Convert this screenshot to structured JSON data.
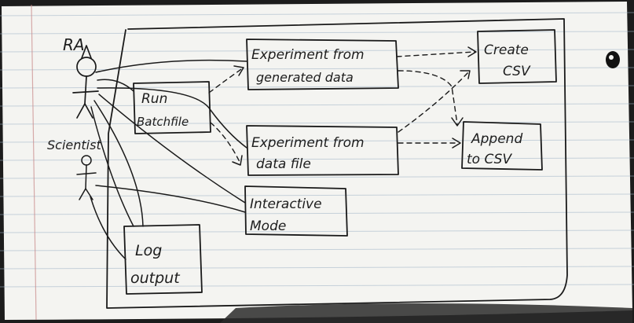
{
  "diagram": {
    "actors": {
      "ra": {
        "label": "RA"
      },
      "scientist": {
        "label": "Scientist"
      }
    },
    "boxes": {
      "run_batchfile": {
        "line1": "Run",
        "line2": "Batchfile"
      },
      "experiment_generated": {
        "line1": "Experiment from",
        "line2": "generated data"
      },
      "experiment_datafile": {
        "line1": "Experiment from",
        "line2": "data file"
      },
      "interactive_mode": {
        "line1": "Interactive",
        "line2": "Mode"
      },
      "log_output": {
        "line1": "Log",
        "line2": "output"
      },
      "create_csv": {
        "line1": "Create",
        "line2": "CSV"
      },
      "append_csv": {
        "line1": "Append",
        "line2": "to CSV"
      }
    }
  },
  "colors": {
    "paper": "#f4f4f1",
    "ink": "#1a1a1a",
    "rule_line": "#9fb4c7",
    "margin_line": "#c98a8a",
    "table": "#1c1c1c"
  }
}
